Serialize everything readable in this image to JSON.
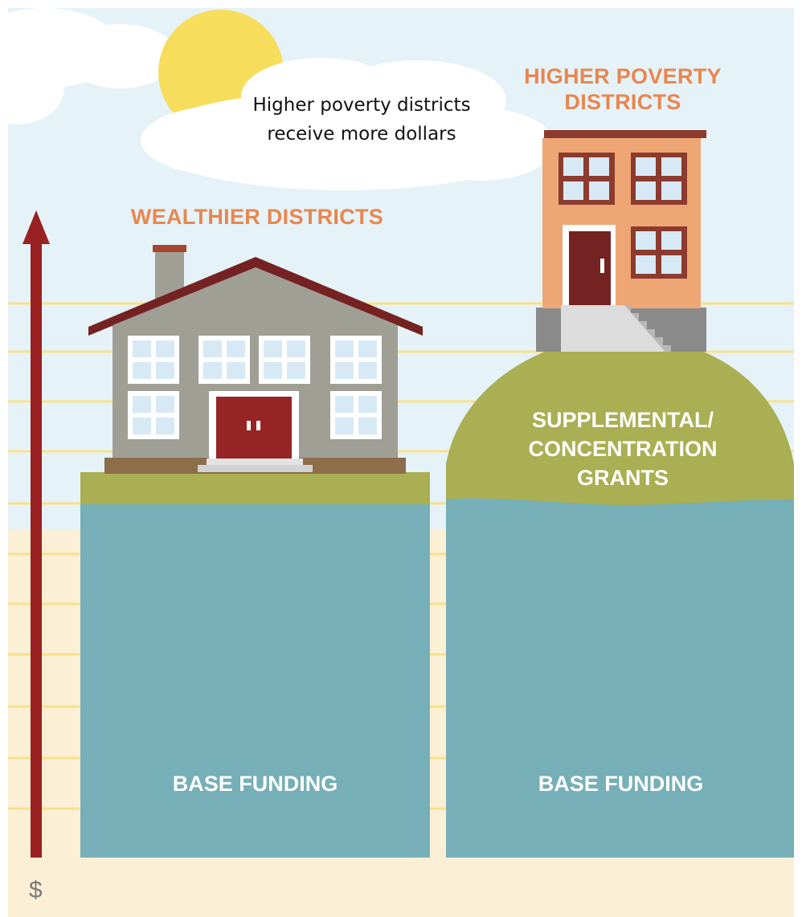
{
  "cloud": {
    "text": "Higher poverty districts receive more dollars"
  },
  "wealthier": {
    "title": "WEALTHIER DISTRICTS",
    "base_label": "BASE FUNDING"
  },
  "poverty": {
    "title": "HIGHER POVERTY DISTRICTS",
    "grants_label": "SUPPLEMENTAL/ CONCENTRATION GRANTS",
    "base_label": "BASE FUNDING"
  },
  "axis": {
    "symbol": "$"
  },
  "colors": {
    "sky": "#E5F2F8",
    "ground": "#FBF0D5",
    "gridline": "#F8E18A",
    "sun": "#F7DD5C",
    "teal": "#76AFB7",
    "green": "#A9AF52",
    "arrow": "#992121",
    "title_orange": "#E8874F",
    "house_wall": "#A09F96",
    "house_roof": "#752222",
    "door_red": "#962424",
    "building_wall": "#EEA674",
    "building_trim": "#8C3B2E",
    "window_blue": "#D7E9F5"
  }
}
